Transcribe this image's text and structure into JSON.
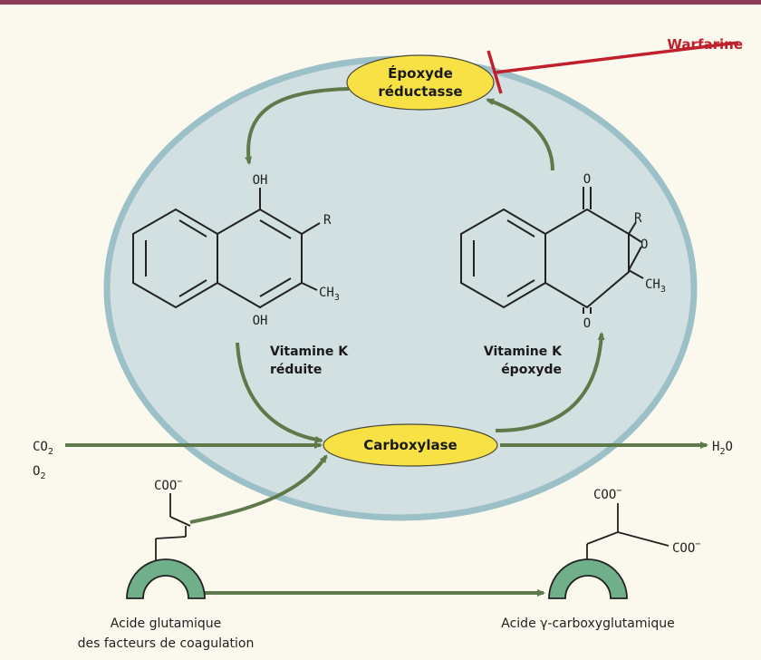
{
  "colors": {
    "background": "#fbf9ee",
    "top_bar": "#8f3b55",
    "cell_fill": "#d2e0e2",
    "cell_border": "#9cc0c7",
    "enzyme_fill": "#f7e145",
    "arrow": "#5f7a4a",
    "inhibitor": "#c0202b",
    "protein": "#6fb08a"
  },
  "enzymes": {
    "epoxide_reductase_line1": "Époxyde",
    "epoxide_reductase_line2": "réductasse",
    "carboxylase": "Carboxylase"
  },
  "inhibitor": {
    "label": "Warfarine"
  },
  "reduced_vitk": {
    "name_line1": "Vitamine K",
    "name_line2": "réduite",
    "oh_top": "OH",
    "oh_bottom": "OH",
    "r": "R",
    "ch": "CH",
    "ch_sub": "3"
  },
  "epoxide_vitk": {
    "name_line1": "Vitamine K",
    "name_line2": "époxyde",
    "o_top": "O",
    "o_bottom": "O",
    "o_ring": "O",
    "r": "R",
    "ch": "CH",
    "ch_sub": "3"
  },
  "inputs": {
    "co2": "CO",
    "co2_sub": "2",
    "o2": "O",
    "o2_sub": "2"
  },
  "output": {
    "h2o_h": "H",
    "h2o_sub": "2",
    "h2o_o": "O"
  },
  "glutamate": {
    "coo": "COO",
    "charge": "−",
    "caption_line1": "Acide glutamique",
    "caption_line2": "des facteurs de coagulation"
  },
  "gla": {
    "coo_top": "COO",
    "coo_right": "COO",
    "charge": "−",
    "caption": "Acide γ-carboxyglutamique"
  }
}
